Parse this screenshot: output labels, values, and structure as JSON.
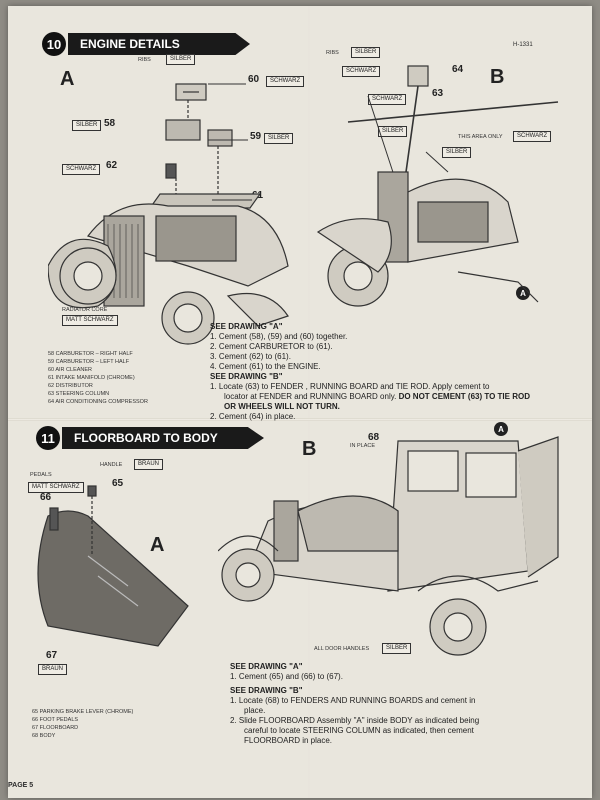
{
  "part_code": "H-1331",
  "page_label": "PAGE 5",
  "step10": {
    "number": "10",
    "title": "ENGINE DETAILS",
    "letter_a": "A",
    "letter_b": "B",
    "labels": {
      "ribs_a": "RIBS",
      "silber_ribs_a": "SILBER",
      "schwarz_60": "SCHWARZ",
      "silber_58": "SILBER",
      "silber_59": "SILBER",
      "schwarz_62": "SCHWARZ",
      "radiator_core": "RADIATOR CORE",
      "matt_schwarz": "MATT SCHWARZ",
      "ribs_b": "RIBS",
      "silber_ribs_b": "SILBER",
      "schwarz_64": "SCHWARZ",
      "schwarz_b2": "SCHWARZ",
      "silber_b1": "SILBER",
      "silber_b2": "SILBER",
      "this_area_only": "THIS AREA ONLY",
      "schwarz_area": "SCHWARZ"
    },
    "part_numbers": [
      "60",
      "58",
      "59",
      "62",
      "61",
      "64",
      "63"
    ],
    "callout_a": "A",
    "legend": [
      "58  CARBURETOR – RIGHT HALF",
      "59  CARBURETOR – LEFT HALF",
      "60  AIR CLEANER",
      "61  INTAKE MANIFOLD (CHROME)",
      "62  DISTRIBUTOR",
      "63  STEERING COLUMN",
      "64  AIR CONDITIONING COMPRESSOR"
    ],
    "drawing_a_heading": "SEE DRAWING \"A\"",
    "drawing_a_steps": [
      "1.  Cement (58), (59) and (60) together.",
      "2.  Cement CARBURETOR to (61).",
      "3.  Cement (62) to (61).",
      "4.  Cement (61) to the ENGINE."
    ],
    "drawing_b_heading": "SEE DRAWING \"B\"",
    "drawing_b_step1a": "1.  Locate (63) to FENDER , RUNNING BOARD and TIE ROD. Apply cement to",
    "drawing_b_step1b": "locator at FENDER and RUNNING BOARD only.",
    "drawing_b_step1_bold": "DO NOT CEMENT (63) TO TIE ROD",
    "drawing_b_step1c": "OR WHEELS WILL NOT TURN.",
    "drawing_b_step2": "2.  Cement (64) in place."
  },
  "step11": {
    "number": "11",
    "title": "FLOORBOARD TO BODY",
    "letter_a": "A",
    "letter_b": "B",
    "labels": {
      "pedals": "PEDALS",
      "handle": "HANDLE",
      "braun_handle": "BRAUN",
      "matt_schwarz": "MATT SCHWARZ",
      "braun_67": "BRAUN",
      "in_place": "IN PLACE",
      "all_door_handles": "ALL DOOR HANDLES",
      "silber_handles": "SILBER"
    },
    "part_numbers": [
      "65",
      "66",
      "67",
      "68"
    ],
    "callout_a": "A",
    "legend": [
      "65  PARKING BRAKE LEVER (CHROME)",
      "66  FOOT PEDALS",
      "67  FLOORBOARD",
      "68  BODY"
    ],
    "drawing_a_heading": "SEE DRAWING \"A\"",
    "drawing_a_steps": [
      "1.  Cement (65) and (66) to (67)."
    ],
    "drawing_b_heading": "SEE DRAWING \"B\"",
    "drawing_b_steps": [
      "1.  Locate (68) to FENDERS AND RUNNING BOARDS and cement in",
      "place.",
      "2.  Slide FLOORBOARD Assembly \"A\" inside BODY as indicated being",
      "careful to locate STEERING COLUMN as indicated, then cement",
      "FLOORBOARD in place."
    ]
  }
}
